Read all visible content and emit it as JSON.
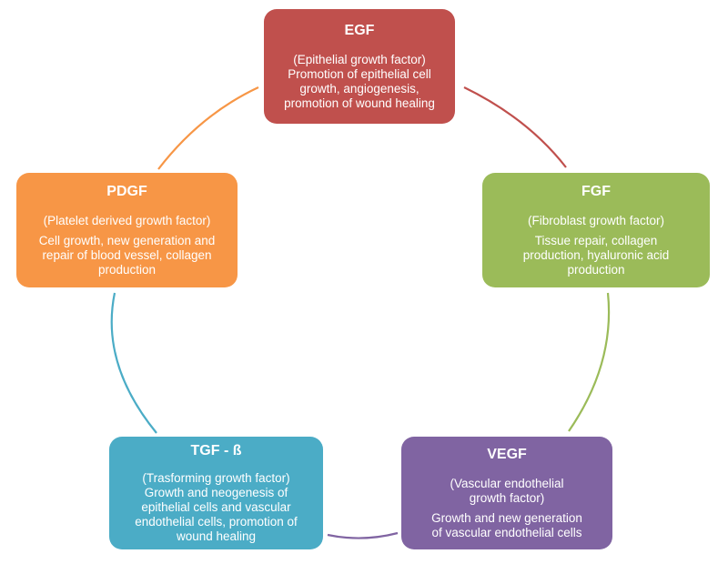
{
  "nodes": {
    "egf": {
      "title": "EGF",
      "full_name": "(Epithelial growth factor)",
      "description": [
        "Promotion of epithelial cell",
        "growth, angiogenesis,",
        "promotion of wound healing"
      ],
      "color": "#c0504d"
    },
    "fgf": {
      "title": "FGF",
      "full_name": "(Fibroblast growth factor)",
      "description": [
        "Tissue repair, collagen",
        "production, hyaluronic acid",
        "production"
      ],
      "color": "#9bbb59"
    },
    "vegf": {
      "title": "VEGF",
      "full_name": [
        "(Vascular endothelial",
        "growth factor)"
      ],
      "description": [
        "Growth and new generation",
        "of vascular endothelial cells"
      ],
      "color": "#8064a2"
    },
    "tgf": {
      "title": "TGF - ß",
      "full_name": "(Trasforming growth factor)",
      "description": [
        "Growth and neogenesis of",
        "epithelial cells and vascular",
        "endothelial cells, promotion of",
        "wound healing"
      ],
      "color": "#4bacc6"
    },
    "pdgf": {
      "title": "PDGF",
      "full_name": "(Platelet derived growth factor)",
      "description": [
        "Cell growth, new generation and",
        "repair of blood vessel, collagen",
        "production"
      ],
      "color": "#f79646"
    }
  },
  "connectors": [
    {
      "from": "egf",
      "to": "fgf",
      "color": "#c0504d"
    },
    {
      "from": "fgf",
      "to": "vegf",
      "color": "#9bbb59"
    },
    {
      "from": "vegf",
      "to": "tgf",
      "color": "#8064a2"
    },
    {
      "from": "tgf",
      "to": "pdgf",
      "color": "#4bacc6"
    },
    {
      "from": "pdgf",
      "to": "egf",
      "color": "#f79646"
    }
  ]
}
